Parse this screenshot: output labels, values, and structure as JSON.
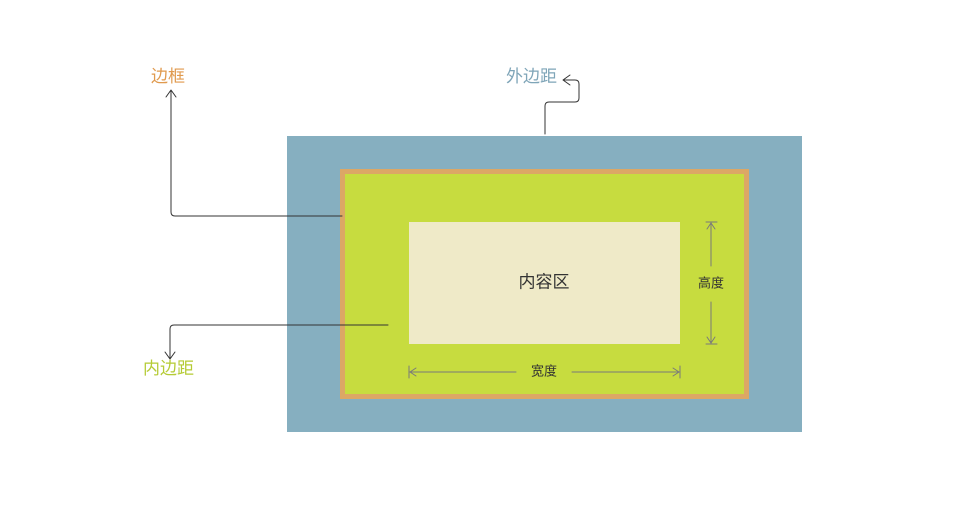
{
  "colors": {
    "background": "#ffffff",
    "margin": "#86afc0",
    "border": "#dca765",
    "padding": "#c7dc3f",
    "content": "#efeac8",
    "leader_line": "#333333",
    "dimension_line": "#7a7a7a",
    "label_border": "#e09a4e",
    "label_margin": "#7fa5b8",
    "label_padding": "#b5cb35"
  },
  "labels": {
    "border": "边框",
    "margin": "外边距",
    "padding": "内边距",
    "content": "内容区",
    "height": "高度",
    "width": "宽度"
  }
}
